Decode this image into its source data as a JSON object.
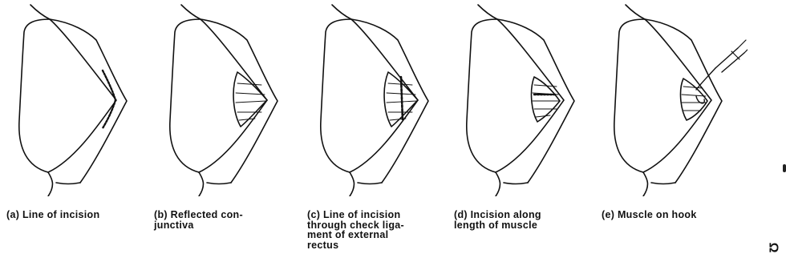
{
  "panels": [
    {
      "id": "a",
      "caption": "(a) Line of incision"
    },
    {
      "id": "b",
      "caption": "(b) Reflected con-\njunctiva"
    },
    {
      "id": "c",
      "caption": "(c) Line of incision\nthrough check liga-\nment of external\nrectus"
    },
    {
      "id": "d",
      "caption": "(d) Incision along\nlength of muscle"
    },
    {
      "id": "e",
      "caption": "(e) Muscle on hook"
    }
  ],
  "side_mark": "Ω"
}
